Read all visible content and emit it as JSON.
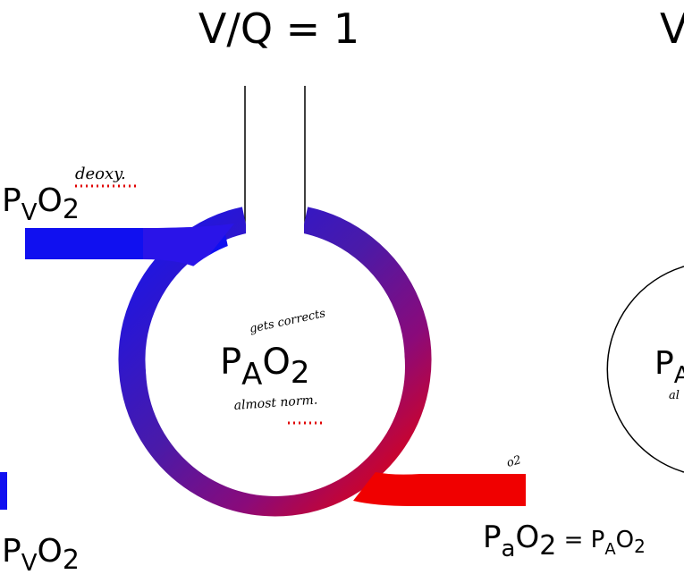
{
  "title_left": "V/Q = 1",
  "title_right_partial": "V",
  "labels": {
    "venous_top": {
      "main": "P",
      "sub": "V",
      "tail": "O",
      "sub2": "2"
    },
    "venous_bottom": {
      "main": "P",
      "sub": "V",
      "tail": "O",
      "sub2": "2"
    },
    "alveolar": {
      "main": "P",
      "sub": "A",
      "tail": "O",
      "sub2": "2"
    },
    "alveolar_right_partial": {
      "main": "P",
      "sub": "A"
    },
    "arterial_eq": {
      "lhs_main": "P",
      "lhs_sub": "a",
      "lhs_tail": "O",
      "lhs_sub2": "2",
      "eq": " = ",
      "rhs_main": "P",
      "rhs_sub": "A",
      "rhs_tail": "O",
      "rhs_sub2": "2"
    }
  },
  "handwritten": {
    "deoxy": "deoxy.",
    "gets_corrected": "gets corrects",
    "almost_norm": "almost norm.",
    "o2": "o2",
    "right_partial": "al"
  },
  "colors": {
    "venous": "#1010f0",
    "arterial": "#f00000",
    "spell_mark": "#e00000"
  }
}
